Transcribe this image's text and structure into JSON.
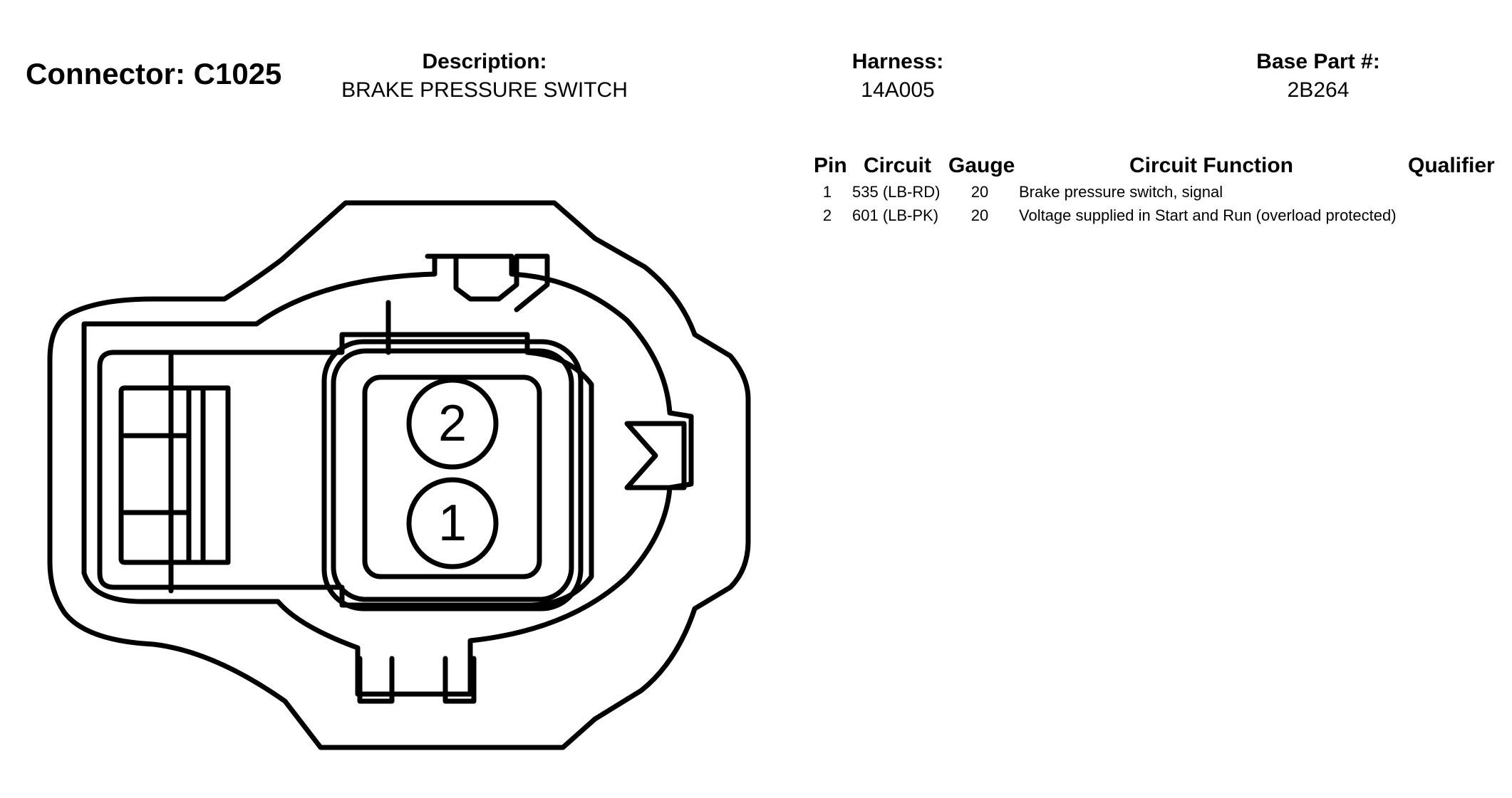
{
  "header": {
    "connector": "Connector: C1025",
    "description_label": "Description:",
    "description_value": "BRAKE PRESSURE SWITCH",
    "harness_label": "Harness:",
    "harness_value": "14A005",
    "base_part_label": "Base Part #:",
    "base_part_value": "2B264"
  },
  "table": {
    "headers": {
      "pin": "Pin",
      "circuit": "Circuit",
      "gauge": "Gauge",
      "function": "Circuit Function",
      "qualifier": "Qualifier"
    },
    "rows": [
      {
        "pin": "1",
        "circuit": "535 (LB-RD)",
        "gauge": "20",
        "function": "Brake pressure switch, signal",
        "qualifier": ""
      },
      {
        "pin": "2",
        "circuit": "601 (LB-PK)",
        "gauge": "20",
        "function": "Voltage supplied in Start and Run (overload protected)",
        "qualifier": ""
      }
    ]
  },
  "diagram": {
    "pins": [
      {
        "label": "2"
      },
      {
        "label": "1"
      }
    ]
  }
}
